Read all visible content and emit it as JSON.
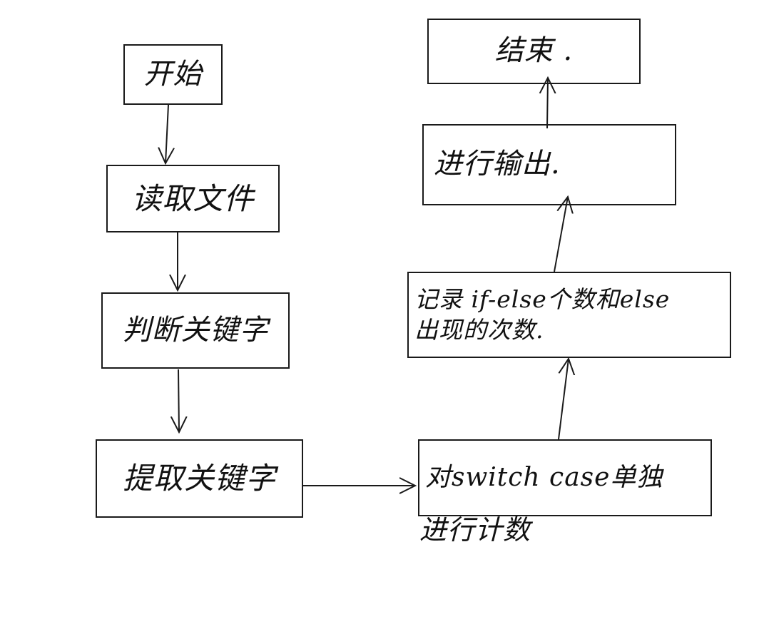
{
  "diagram": {
    "stroke_color": "#1a1a1a",
    "text_color": "#111111",
    "nodes": {
      "start": "开始",
      "read_file": "读取文件",
      "judge_keyword": "判断关键字",
      "extract_keyword": "提取关键字",
      "count_switch_line1": "对switch case单独",
      "count_switch_line2": "进行计数",
      "record_ifelse": "记录 if-else个数和else\n出现的次数.",
      "output": "进行输出.",
      "end": "结束 ."
    }
  }
}
